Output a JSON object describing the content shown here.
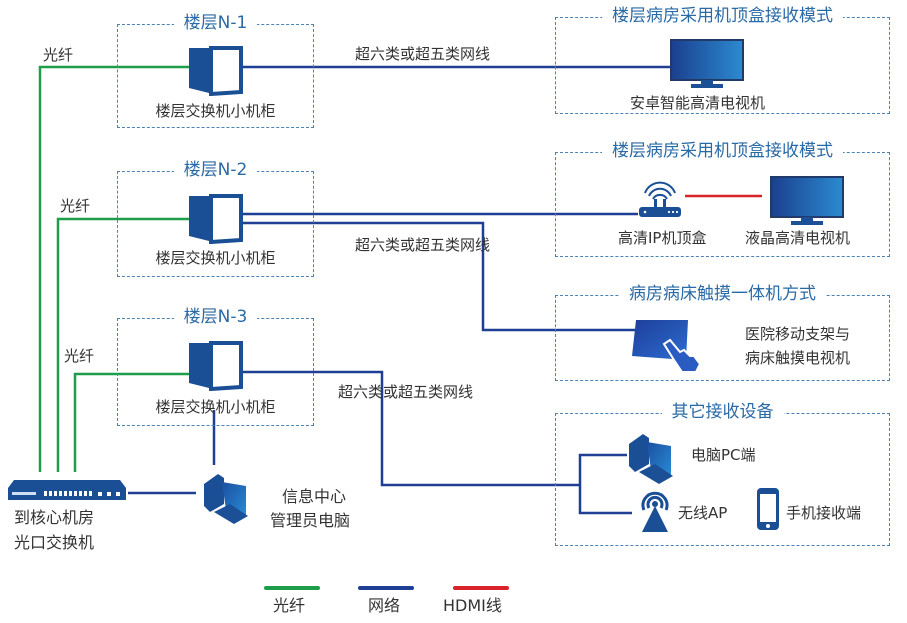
{
  "colors": {
    "fiber": "#1e9e4a",
    "network": "#1f3f94",
    "hdmi": "#d8232a",
    "box_border": "#4a82b4",
    "title": "#2a6aa6"
  },
  "floors": [
    {
      "title": "楼层N-1",
      "cabinet_label": "楼层交换机小机柜",
      "fiber_label": "光纤",
      "cable_label": "超六类或超五类网线"
    },
    {
      "title": "楼层N-2",
      "cabinet_label": "楼层交换机小机柜",
      "fiber_label": "光纤",
      "cable_label": "超六类或超五类网线"
    },
    {
      "title": "楼层N-3",
      "cabinet_label": "楼层交换机小机柜",
      "fiber_label": "光纤",
      "cable_label": "超六类或超五类网线"
    }
  ],
  "receivers": [
    {
      "title": "楼层病房采用机顶盒接收模式",
      "devices": [
        {
          "icon": "smart-tv-icon",
          "label": "安卓智能高清电视机"
        }
      ]
    },
    {
      "title": "楼层病房采用机顶盒接收模式",
      "devices": [
        {
          "icon": "set-top-box-icon",
          "label": "高清IP机顶盒"
        },
        {
          "icon": "lcd-tv-icon",
          "label": "液晶高清电视机"
        }
      ]
    },
    {
      "title": "病房病床触摸一体机方式",
      "devices": [
        {
          "icon": "touch-screen-icon",
          "label_line1": "医院移动支架与",
          "label_line2": "病床触摸电视机"
        }
      ]
    },
    {
      "title": "其它接收设备",
      "devices": [
        {
          "icon": "desktop-pc-icon",
          "label": "电脑PC端"
        },
        {
          "icon": "wireless-ap-icon",
          "label": "无线AP"
        },
        {
          "icon": "mobile-phone-icon",
          "label": "手机接收端"
        }
      ]
    }
  ],
  "core_switch": {
    "icon": "core-switch-icon",
    "label_line1": "到核心机房",
    "label_line2": "光口交换机"
  },
  "admin_pc": {
    "icon": "admin-pc-icon",
    "label_line1": "信息中心",
    "label_line2": "管理员电脑"
  },
  "legend": [
    {
      "name": "fiber",
      "label": "光纤",
      "color": "#1e9e4a"
    },
    {
      "name": "network",
      "label": "网络",
      "color": "#1f3f94"
    },
    {
      "name": "hdmi",
      "label": "HDMI线",
      "color": "#d8232a"
    }
  ]
}
